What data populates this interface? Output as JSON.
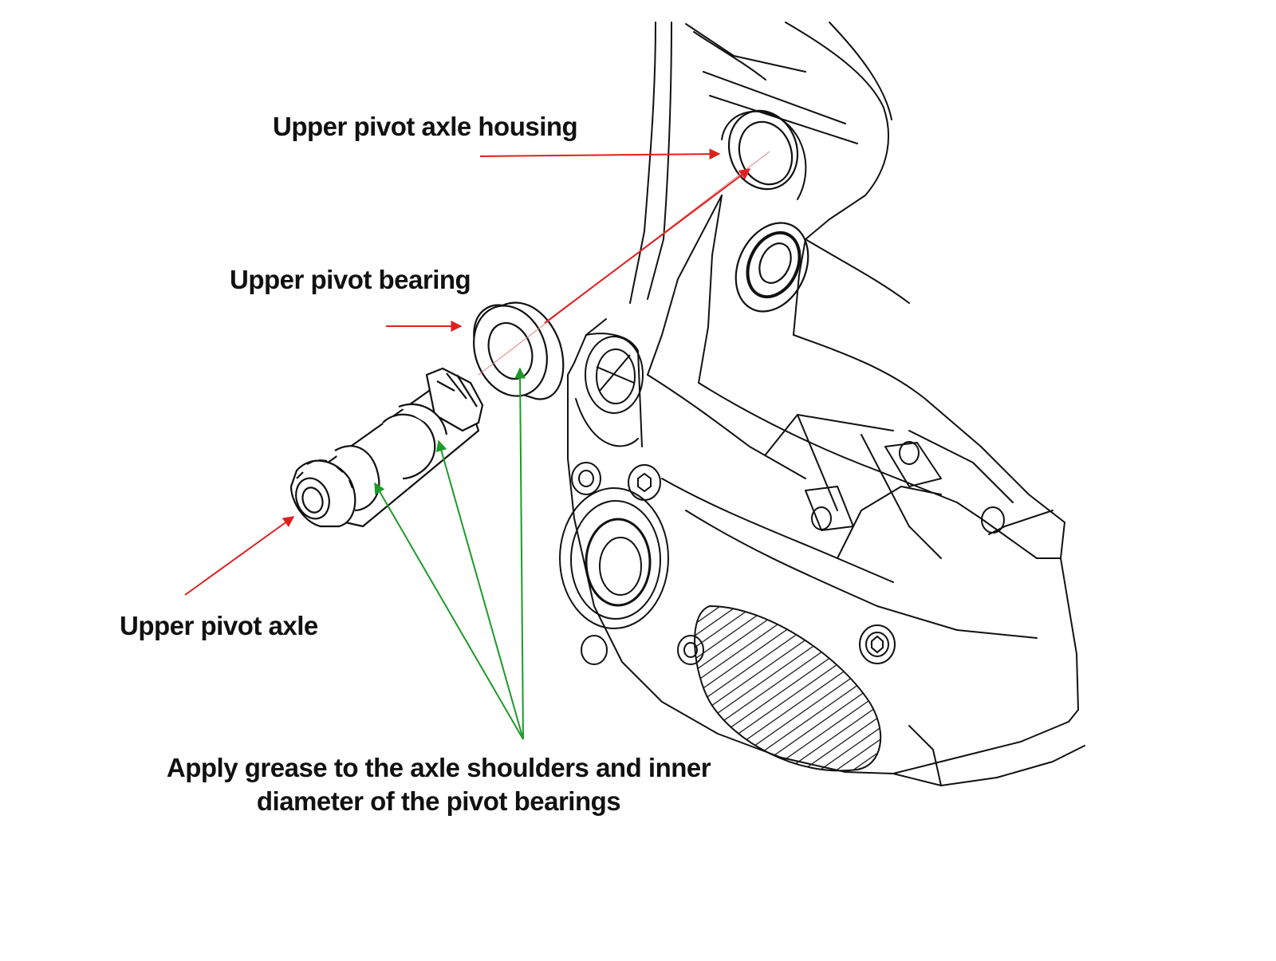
{
  "labels": {
    "housing": "Upper pivot axle housing",
    "bearing": "Upper pivot bearing",
    "axle": "Upper pivot axle",
    "grease_line1": "Apply grease to the axle shoulders and inner",
    "grease_line2": "diameter of the pivot bearings"
  },
  "colors": {
    "callout_arrow": "#e02020",
    "grease_arrow": "#1e9a2a",
    "linework": "#111111",
    "background": "#ffffff"
  }
}
